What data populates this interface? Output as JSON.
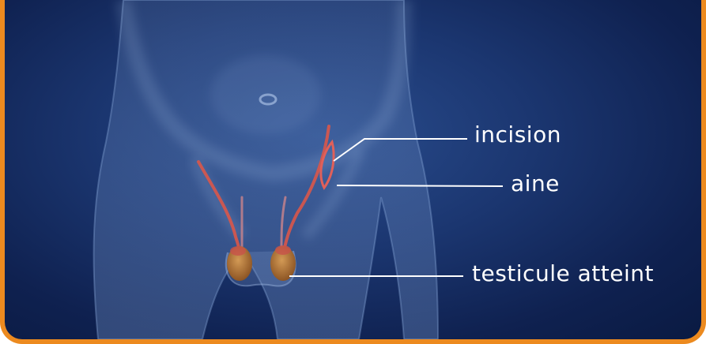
{
  "labels": {
    "incision": "incision",
    "aine": "aine",
    "testicule": "testicule atteint"
  },
  "colors": {
    "frame": "#ec8a1f",
    "background": "#1b3670",
    "vessel": "#d9574a",
    "testis": "#b87a3c",
    "leader_line": "#ffffff"
  }
}
